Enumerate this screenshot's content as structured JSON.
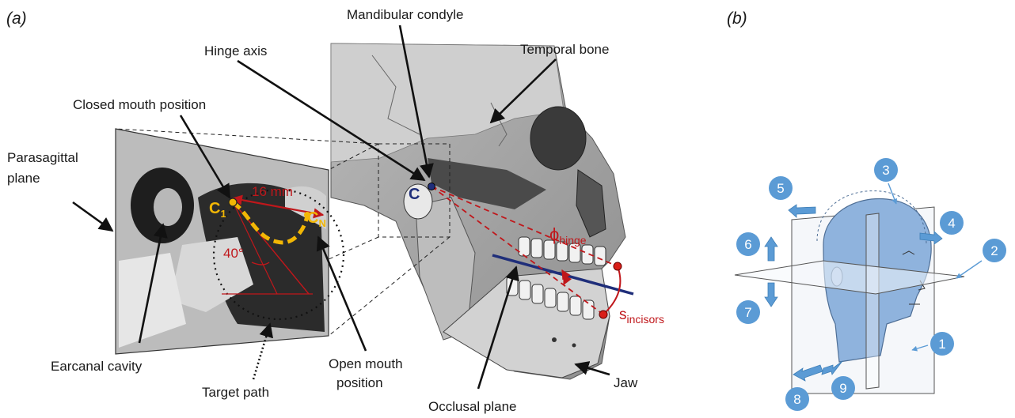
{
  "panel_a": {
    "panel_label": "(a)",
    "labels": {
      "mandibular_condyle": "Mandibular condyle",
      "hinge_axis": "Hinge axis",
      "temporal_bone": "Temporal bone",
      "closed_mouth_position": "Closed mouth position",
      "parasagittal_plane_1": "Parasagittal",
      "parasagittal_plane_2": "plane",
      "earcanal_cavity": "Earcanal cavity",
      "target_path": "Target path",
      "open_mouth_position_1": "Open mouth",
      "open_mouth_position_2": "position",
      "occlusal_plane": "Occlusal plane",
      "jaw": "Jaw"
    },
    "annotations": {
      "distance": "16 mm",
      "angle": "40°",
      "c1_main": "C",
      "c1_sub": "1",
      "cn_main": "C",
      "cn_sub": "N",
      "c_label": "C",
      "phi_main": "ϕ",
      "phi_sub": "hinge",
      "s_main": "s",
      "s_sub": "incisors"
    }
  },
  "panel_b": {
    "panel_label": "(b)",
    "markers": [
      "1",
      "2",
      "3",
      "4",
      "5",
      "6",
      "7",
      "8",
      "9"
    ]
  },
  "colors": {
    "annotation_red": "#c0171b",
    "path_yellow": "#f2b705",
    "marker_blue": "#5b9bd5",
    "occlusal_line_blue": "#1f2e7a",
    "head_blue": "#8fb3dd"
  }
}
